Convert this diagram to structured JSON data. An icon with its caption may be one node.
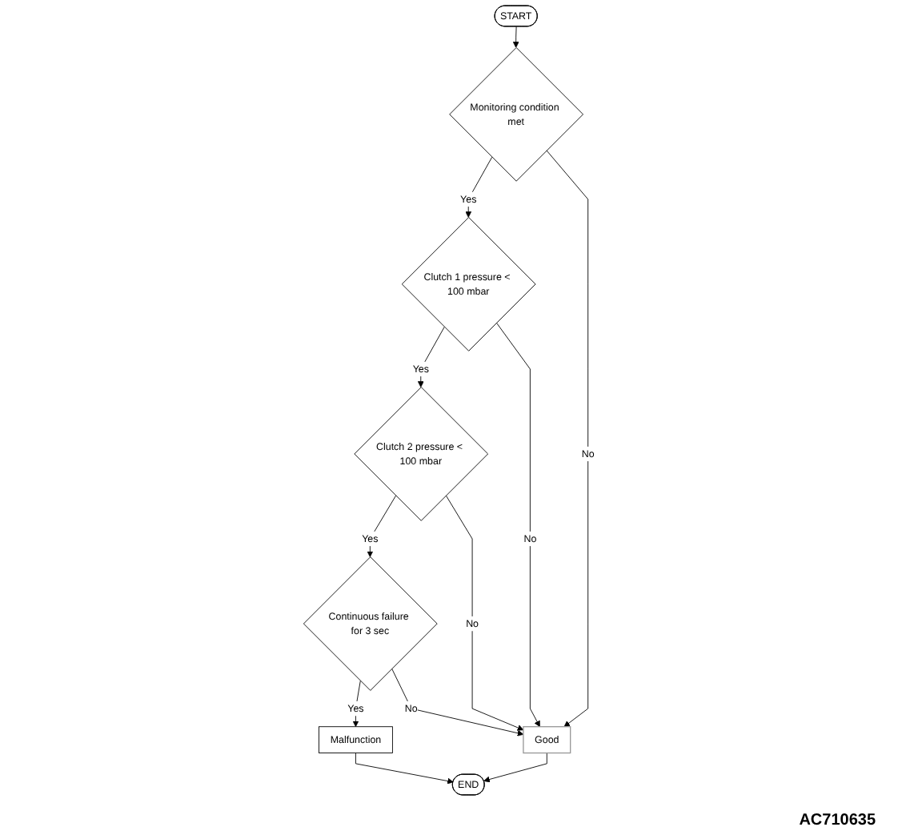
{
  "diagram": {
    "nodes": [
      {
        "text": [
          "START"
        ]
      },
      {
        "text": [
          "Monitoring condition met"
        ]
      },
      {
        "text": [
          "Clutch 1 pressure < 100 mbar"
        ]
      },
      {
        "text": [
          "Clutch 2 pressure < 100 mbar"
        ]
      },
      {
        "text": [
          "Continuous failure for 3 sec"
        ]
      },
      {
        "text": [
          "Malfunction"
        ]
      },
      {
        "text": [
          "Good"
        ]
      },
      {
        "text": [
          "END"
        ]
      }
    ],
    "edges": [
      {
        "from": 0,
        "to": 1,
        "arrow": "to"
      },
      {
        "from": 1,
        "to": 2,
        "arrow": "to",
        "label": "Yes"
      },
      {
        "from": 1,
        "to": 6,
        "arrow": "to",
        "label": "No"
      },
      {
        "from": 2,
        "to": 3,
        "arrow": "to",
        "label": "Yes"
      },
      {
        "from": 2,
        "to": 6,
        "arrow": "to",
        "label": "No"
      },
      {
        "from": 3,
        "to": 4,
        "arrow": "to",
        "label": "Yes"
      },
      {
        "from": 3,
        "to": 6,
        "arrow": "to",
        "label": "No"
      },
      {
        "from": 4,
        "to": 5,
        "arrow": "to",
        "label": "Yes"
      },
      {
        "from": 4,
        "to": 6,
        "arrow": "to",
        "label": "No"
      },
      {
        "from": 5,
        "to": 7,
        "arrow": "to"
      },
      {
        "from": 6,
        "to": 7,
        "arrow": "to"
      }
    ],
    "labels": [
      "AC710635"
    ]
  }
}
